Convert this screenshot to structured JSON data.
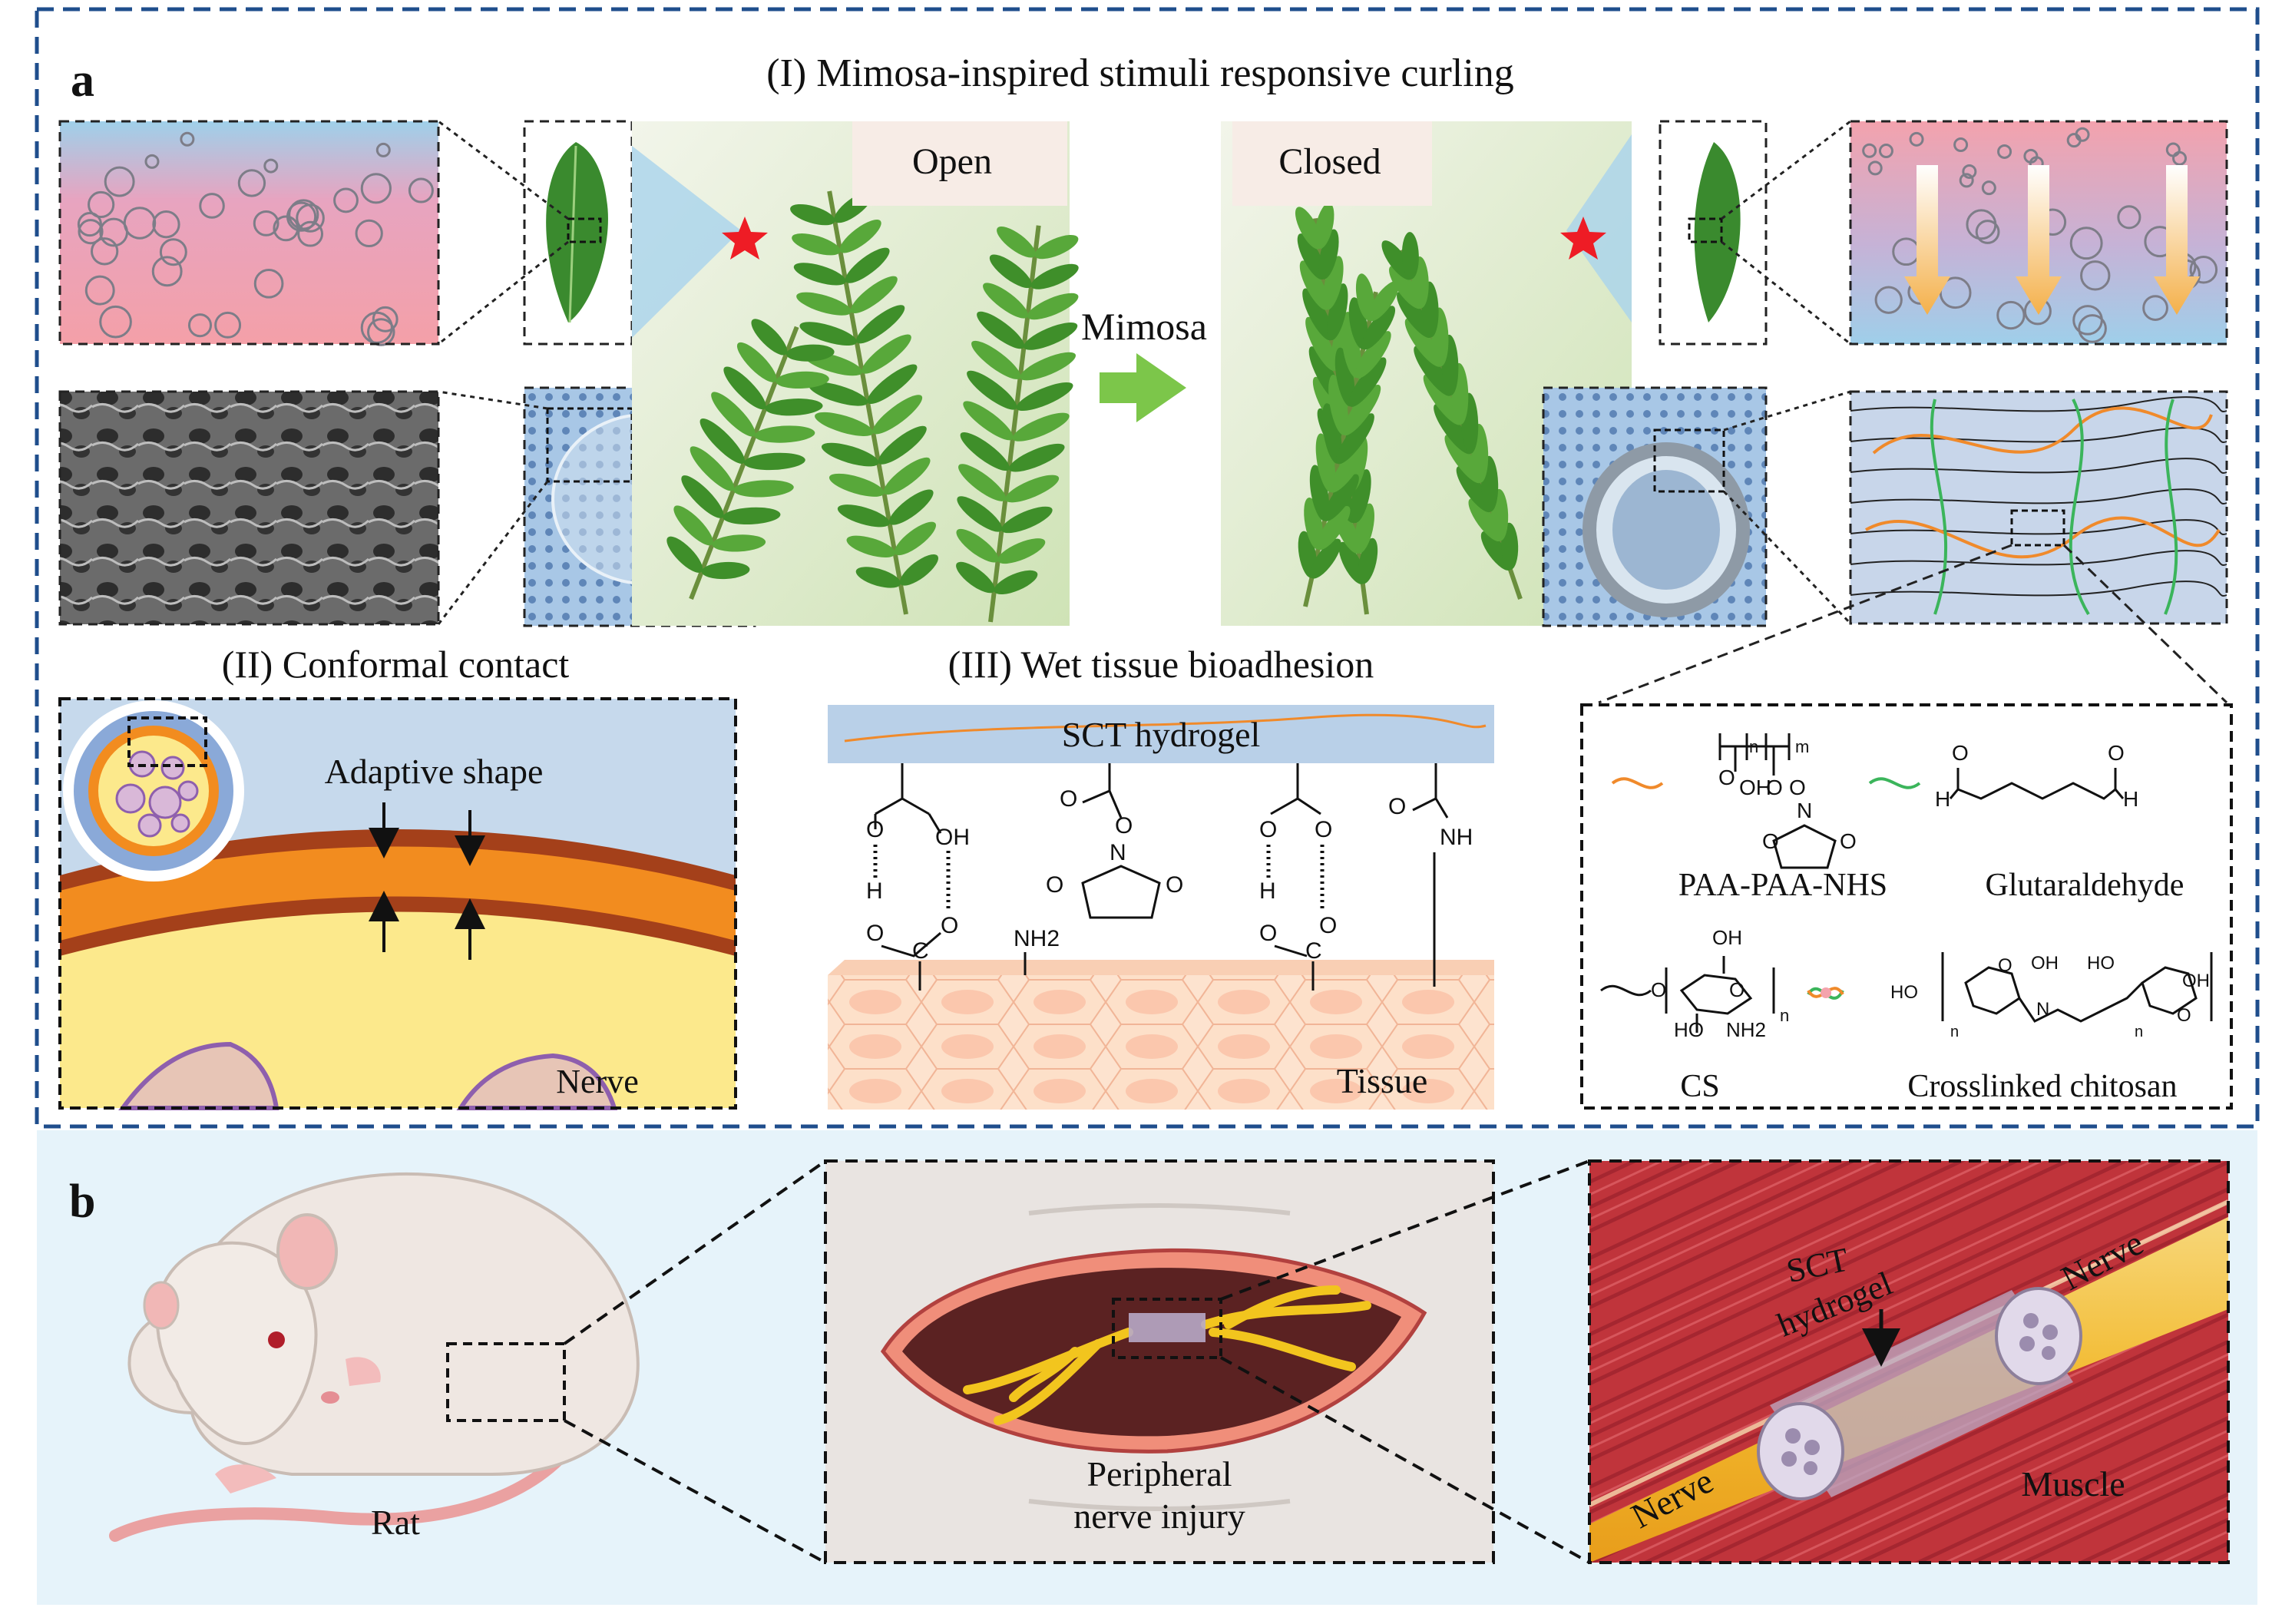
{
  "panel_a": {
    "letter": "a",
    "title_I": "(I) Mimosa-inspired stimuli responsive curling",
    "open_label": "Open",
    "closed_label": "Closed",
    "mimosa_label": "Mimosa",
    "title_II": "(II) Conformal contact",
    "adaptive_shape": "Adaptive shape",
    "nerve_label": "Nerve",
    "title_III": "(III) Wet tissue bioadhesion",
    "sct_hydrogel": "SCT hydrogel",
    "tissue_label": "Tissue",
    "chem": {
      "nh2": "NH2",
      "nh": "NH",
      "oh": "OH",
      "o": "O",
      "h": "H",
      "c": "C",
      "n": "N",
      "m": "m",
      "n_sub": "n",
      "paa_label": "PAA-PAA-NHS",
      "glut_label": "Glutaraldehyde",
      "cs_label": "CS",
      "crosslinked_label": "Crosslinked chitosan",
      "ho": "HO"
    }
  },
  "panel_b": {
    "letter": "b",
    "rat_label": "Rat",
    "injury_line1": "Peripheral",
    "injury_line2": "nerve injury",
    "sct_line1": "SCT",
    "sct_line2": "hydrogel",
    "nerve_top": "Nerve",
    "nerve_bottom": "Nerve",
    "muscle_label": "Muscle"
  },
  "colors": {
    "frame_blue": "#1f4e8c",
    "panel_b_bg": "#e6f3fa",
    "hydrogel_blue": "#b9d0e8",
    "pink": "#f4a3ad",
    "leaf_green": "#3a8a2e",
    "orange": "#f08a2b",
    "muscle_red": "#b8323a",
    "nerve_yellow": "#f4c542"
  }
}
